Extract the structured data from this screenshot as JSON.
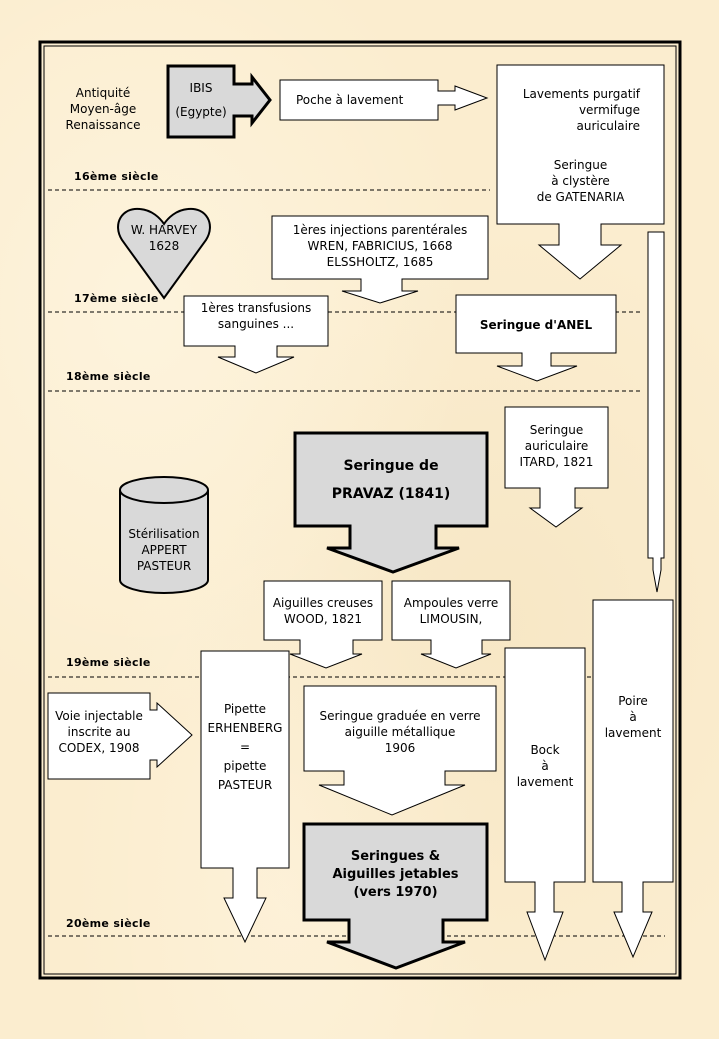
{
  "title": "Histoire de la seringue",
  "colors": {
    "background": "#fbedcf",
    "box_fill": "#ffffff",
    "highlight_fill": "#d9d9d9",
    "stroke": "#000000"
  },
  "eras": {
    "early": [
      "Antiquité",
      "Moyen-âge",
      "Renaissance"
    ]
  },
  "centuries": {
    "c16": "16ème siècle",
    "c17": "17ème siècle",
    "c18": "18ème siècle",
    "c19": "19ème siècle",
    "c20": "20ème siècle"
  },
  "nodes": {
    "ibis": [
      "IBIS",
      "(Egypte)"
    ],
    "poche": "Poche à lavement",
    "lavements": [
      "Lavements purgatif",
      "vermifuge",
      "auriculaire"
    ],
    "gatenaria": [
      "Seringue",
      "à clystère",
      "de GATENARIA"
    ],
    "harvey": [
      "W. HARVEY",
      "1628"
    ],
    "injections": [
      "1ères injections parentérales",
      "WREN, FABRICIUS, 1668",
      "ELSSHOLTZ, 1685"
    ],
    "transfusions": [
      "1ères transfusions",
      "sanguines ..."
    ],
    "anel": "Seringue d'ANEL",
    "itard": [
      "Seringue",
      "auriculaire",
      "ITARD, 1821"
    ],
    "pravaz": [
      "Seringue de",
      "PRAVAZ (1841)"
    ],
    "sterilisation": [
      "Stérilisation",
      "APPERT",
      "PASTEUR"
    ],
    "aiguilles": [
      "Aiguilles creuses",
      "WOOD, 1821"
    ],
    "ampoules": [
      "Ampoules verre",
      "LIMOUSIN,"
    ],
    "codex": [
      "Voie injectable",
      "inscrite au",
      "CODEX, 1908"
    ],
    "pipette": [
      "Pipette",
      "ERHENBERG",
      "=",
      "pipette",
      "PASTEUR"
    ],
    "graduee": [
      "Seringue graduée en verre",
      "aiguille métallique",
      "1906"
    ],
    "jetables": [
      "Seringues &",
      "Aiguilles jetables",
      "(vers 1970)"
    ],
    "bock": [
      "Bock",
      "à",
      "lavement"
    ],
    "poire": [
      "Poire",
      "à",
      "lavement"
    ]
  }
}
